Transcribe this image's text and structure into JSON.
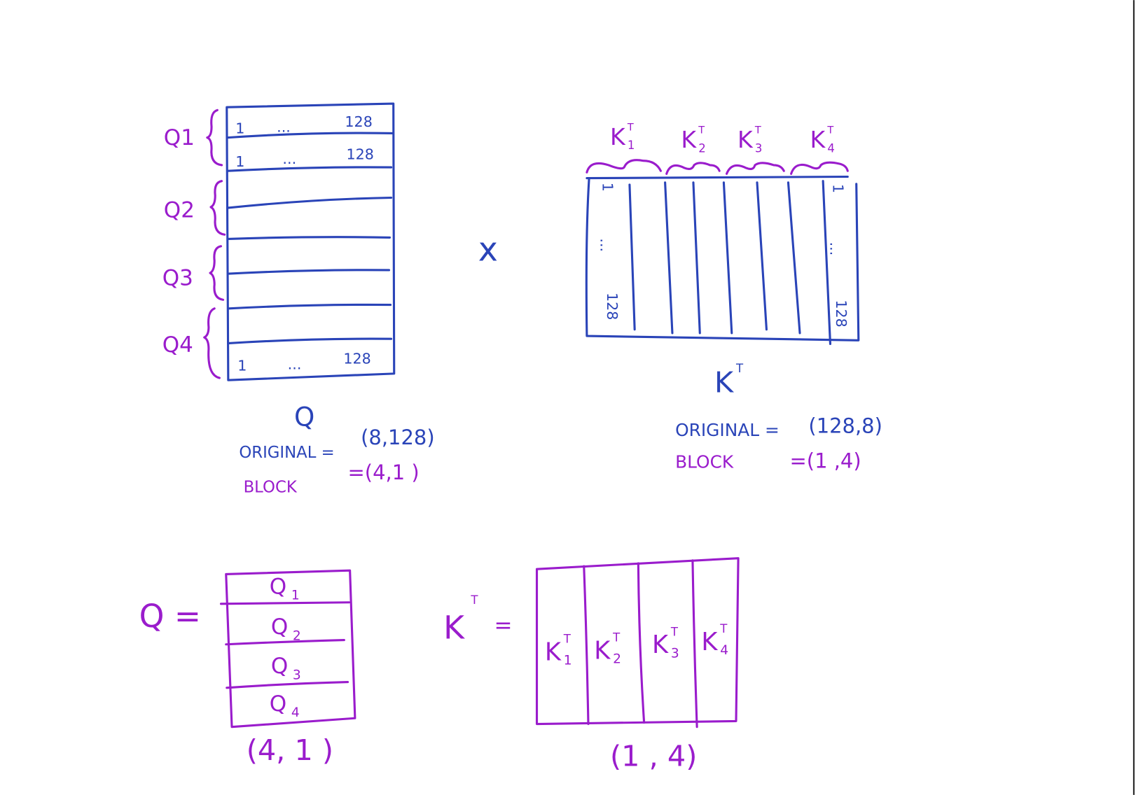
{
  "colors": {
    "blue": "#2a44b8",
    "purple": "#9a1ccc"
  },
  "top": {
    "q_matrix": {
      "name": "Q",
      "row_labels": [
        "Q1",
        "Q2",
        "Q3",
        "Q4"
      ],
      "row_first": {
        "start": "1",
        "dots": "...",
        "end": "128"
      },
      "row_second": {
        "start": "1",
        "dots": "...",
        "end": "128"
      },
      "row_last": {
        "start": "1",
        "dots": "...",
        "end": "128"
      },
      "original_label": "ORIGINAL =",
      "original_value": "(8,128)",
      "block_label": "BLOCK",
      "block_value": "=(4,1  )"
    },
    "times": "x",
    "k_matrix": {
      "name": "K",
      "name_sup": "T",
      "col_labels": [
        {
          "base": "K",
          "sub": "1",
          "sup": "T"
        },
        {
          "base": "K",
          "sub": "2",
          "sup": "T"
        },
        {
          "base": "K",
          "sub": "3",
          "sup": "T"
        },
        {
          "base": "K",
          "sub": "4",
          "sup": "T"
        }
      ],
      "col_first": {
        "start": "1",
        "dots": "...",
        "end": "128"
      },
      "col_last": {
        "start": "1",
        "dots": "...",
        "end": "128"
      },
      "original_label": "ORIGINAL =",
      "original_value": "(128,8)",
      "block_label": "BLOCK",
      "block_value": "=(1  ,4)"
    }
  },
  "bottom": {
    "q_lhs": "Q =",
    "q_blocks": [
      {
        "base": "Q",
        "sub": "1"
      },
      {
        "base": "Q",
        "sub": "2"
      },
      {
        "base": "Q",
        "sub": "3"
      },
      {
        "base": "Q",
        "sub": "4"
      }
    ],
    "q_shape": "(4, 1  )",
    "k_lhs": "K",
    "k_lhs_sup": "T",
    "k_eq": "=",
    "k_blocks": [
      {
        "base": "K",
        "sub": "1",
        "sup": "T"
      },
      {
        "base": "K",
        "sub": "2",
        "sup": "T"
      },
      {
        "base": "K",
        "sub": "3",
        "sup": "T"
      },
      {
        "base": "K",
        "sub": "4",
        "sup": "T"
      }
    ],
    "k_shape": "(1   , 4)"
  }
}
